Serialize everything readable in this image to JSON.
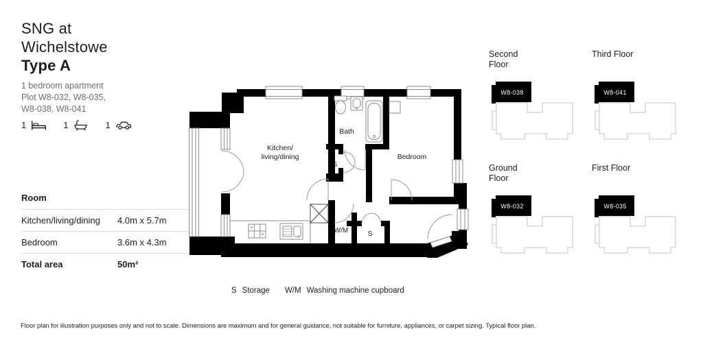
{
  "header": {
    "title_line1": "SNG at",
    "title_line2": "Wichelstowe",
    "type_name": "Type A",
    "subtitle": "1 bedroom apartment",
    "plots_line1": "Plot W8-032, W8-035,",
    "plots_line2": "W8-038, W8-041",
    "features": [
      {
        "count": "1",
        "icon": "bed"
      },
      {
        "count": "1",
        "icon": "bath"
      },
      {
        "count": "1",
        "icon": "car"
      }
    ]
  },
  "room_table": {
    "header": "Room",
    "rows": [
      {
        "label": "Kitchen/living/dining",
        "value": "4.0m x 5.7m"
      },
      {
        "label": "Bedroom",
        "value": "3.6m x 4.3m"
      },
      {
        "label": "Total area",
        "value": "50m²"
      }
    ]
  },
  "floor_plan": {
    "labels": {
      "kitchen_line1": "Kitchen/",
      "kitchen_line2": "living/dining",
      "bath": "Bath",
      "bedroom": "Bedroom",
      "storage1": "S",
      "storage2": "S",
      "wm": "W/M"
    }
  },
  "floor_locator": {
    "floors": [
      {
        "label": "Second Floor",
        "plot": "W8-038"
      },
      {
        "label": "Third Floor",
        "plot": "W8-041"
      },
      {
        "label": "Ground Floor",
        "plot": "W8-032"
      },
      {
        "label": "First Floor",
        "plot": "W8-035"
      }
    ]
  },
  "legend": {
    "s_key": "S",
    "s_label": "Storage",
    "wm_key": "W/M",
    "wm_label": "Washing machine cupboard"
  },
  "disclaimer": "Floor plan for illustration purposes only and not to scale. Dimensions are maximum and for general guidance, not suitable for furniture, appliances, or carpet sizing. Typical floor plan.",
  "colors": {
    "text": "#1d1d1b",
    "muted": "#6f6f6f",
    "wall": "#000000",
    "fixture": "#8a8a8a",
    "outline": "#c3c3c3",
    "rule": "#d8d8d8"
  }
}
